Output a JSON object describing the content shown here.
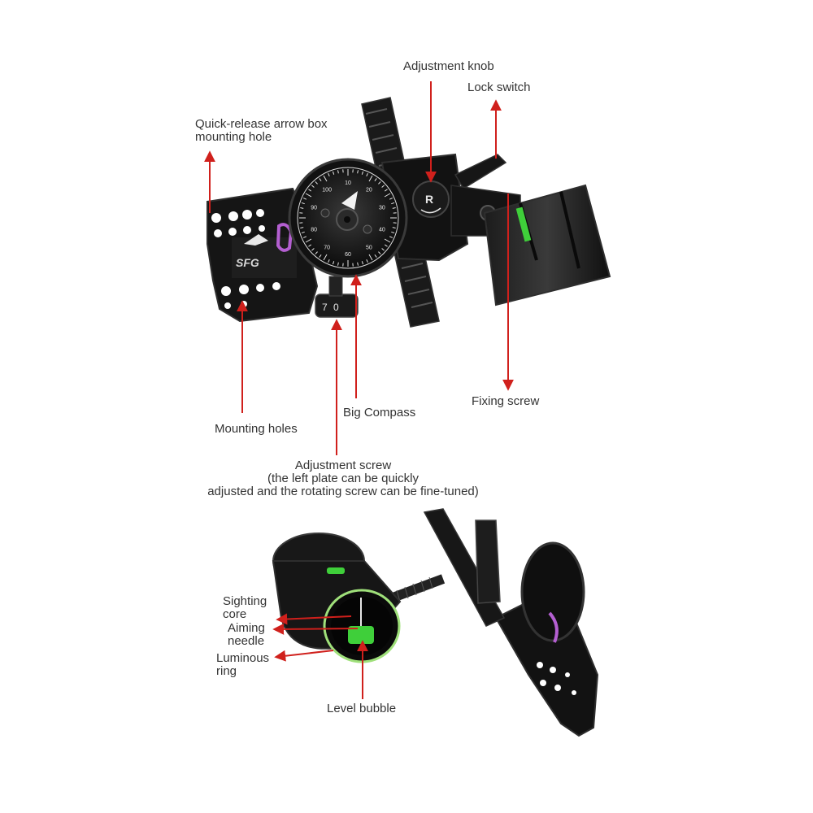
{
  "colors": {
    "background": "#ffffff",
    "label_text": "#333333",
    "callout_line": "#d0201c",
    "device_body": "#141414",
    "device_edge": "#2e2e2e",
    "accent_purple": "#b45fd1",
    "level_green": "#3fcf3a",
    "dial_face": "#f2f2f2"
  },
  "labels": {
    "adjustment_knob": "Adjustment knob",
    "lock_switch": "Lock switch",
    "quick_release": "Quick-release arrow box\nmounting hole",
    "fixing_screw": "Fixing screw",
    "big_compass": "Big Compass",
    "mounting_holes": "Mounting holes",
    "adjustment_screw": "Adjustment screw\n(the left plate can be quickly\nadjusted and the rotating screw can be fine-tuned)",
    "sighting_core": "Sighting\ncore",
    "aiming_needle": "Aiming\nneedle",
    "luminous_ring": "Luminous\nring",
    "level_bubble": "Level bubble"
  },
  "product": {
    "logo_text": "SFG",
    "knob_letter": "R",
    "dial_numbers": [
      "10",
      "20",
      "30",
      "40",
      "50",
      "60",
      "70",
      "80",
      "90",
      "100"
    ],
    "screw_digits": [
      "7",
      "0"
    ]
  }
}
